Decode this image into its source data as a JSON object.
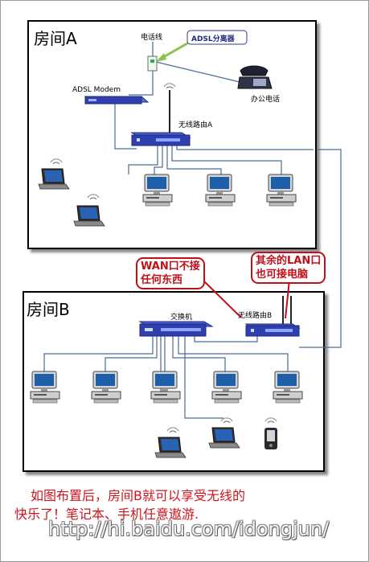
{
  "rooms": {
    "a_title": "房间A",
    "b_title": "房间B"
  },
  "labels": {
    "phone_line": "电话线",
    "adsl_splitter": "ADSL分离器",
    "adsl_modem": "ADSL Modem",
    "office_phone": "办公电话",
    "router_a": "无线路由A",
    "switch": "交换机",
    "router_b": "无线路由B"
  },
  "callouts": {
    "wan_line1": "WAN口不接",
    "wan_line2": "任何东西",
    "lan_line1": "其余的LAN口",
    "lan_line2": "也可接电脑"
  },
  "caption": {
    "line1": "如图布置后，房间B就可以享受无线的",
    "line2": "快乐了！笔记本、手机任意遨游."
  },
  "watermark": "http://hi.baidu.com/idongjun/",
  "colors": {
    "accent_red": "#c0101a",
    "device_blue": "#2f3fb0",
    "cable_blue": "#4a6c9a",
    "splitter_arrow": "#8bc34a"
  },
  "icons": [
    "monitor-icon",
    "laptop-icon",
    "phone-icon",
    "router-icon",
    "switch-icon",
    "modem-icon",
    "splitter-icon",
    "wifi-icon",
    "mobile-phone-icon"
  ]
}
